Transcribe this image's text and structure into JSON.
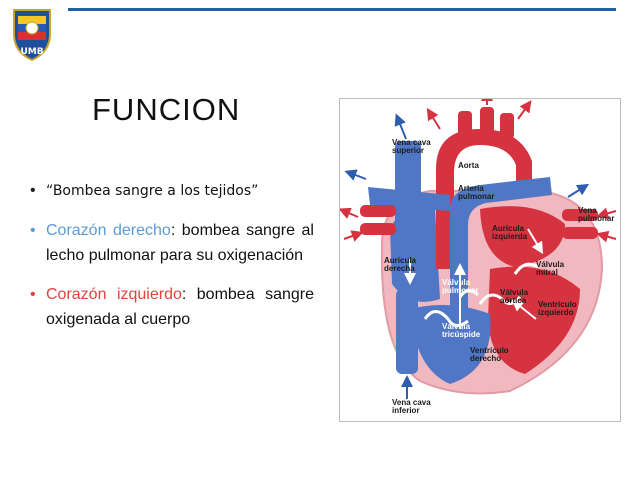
{
  "logo": {
    "text": "UMB"
  },
  "title": "FUNCION",
  "bullets": [
    {
      "text": "“Bombea sangre a los tejidos”"
    },
    {
      "highlight": "Corazón derecho",
      "rest": ": bombea sangre al lecho pulmonar para su oxigenación"
    },
    {
      "highlight": "Corazón izquierdo",
      "rest": ": bombea sangre oxigenada al cuerpo"
    }
  ],
  "figure": {
    "labels": {
      "vena_cava_superior_1": "Vena cava",
      "vena_cava_superior_2": "superior",
      "aorta": "Aorta",
      "arteria_pulmonar_1": "Arteria",
      "arteria_pulmonar_2": "pulmonar",
      "vena_pulmonar_1": "Vena",
      "vena_pulmonar_2": "pulmonar",
      "auricula_izquierda_1": "Aurícula",
      "auricula_izquierda_2": "izquierda",
      "auricula_derecha_1": "Aurícula",
      "auricula_derecha_2": "derecha",
      "valvula_mitral_1": "Válvula",
      "valvula_mitral_2": "mitral",
      "valvula_pulmonar_1": "Válvula",
      "valvula_pulmonar_2": "pulmonar",
      "valvula_aortica_1": "Válvula",
      "valvula_aortica_2": "aórtica",
      "ventriculo_izquierdo_1": "Ventrículo",
      "ventriculo_izquierdo_2": "izquierdo",
      "valvula_tricuspide_1": "Válvula",
      "valvula_tricuspide_2": "tricúspide",
      "ventriculo_derecho_1": "Ventrículo",
      "ventriculo_derecho_2": "derecho",
      "vena_cava_inferior_1": "Vena cava",
      "vena_cava_inferior_2": "inferior"
    },
    "colors": {
      "oxygenated": "#d63340",
      "deoxygenated": "#4f77c6",
      "muscle": "#f2b8bf"
    }
  }
}
